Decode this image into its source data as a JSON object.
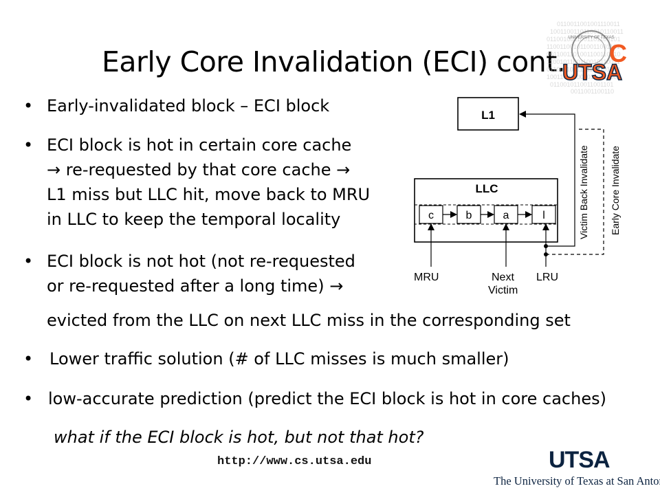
{
  "slide": {
    "title": "Early Core Invalidation (ECI) cont.",
    "bullets": [
      {
        "lines": [
          "Early-invalidated block – ECI block"
        ]
      },
      {
        "lines": [
          "ECI block is hot in certain core cache",
          "→ re-requested by that core cache →",
          "L1 miss but LLC hit, move back to MRU",
          "in LLC to keep the temporal locality"
        ]
      },
      {
        "lines": [
          "ECI block is not hot (not re-requested",
          "or re-requested after a long time) →",
          "evicted from the LLC on next LLC miss in the corresponding set"
        ]
      },
      {
        "lines": [
          "Lower traffic solution (# of LLC misses is much smaller)"
        ]
      },
      {
        "lines": [
          "low-accurate prediction (predict the ECI block is hot in core caches)"
        ]
      }
    ],
    "question": "what if the ECI block is hot, but not that hot?",
    "bullet_symbol": "•",
    "url": "http://www.cs.utsa.edu"
  },
  "diagram": {
    "l1_label": "L1",
    "llc_label": "LLC",
    "blocks": [
      "c",
      "b",
      "a",
      "l"
    ],
    "pointer_labels": {
      "mru": "MRU",
      "next_victim_line1": "Next",
      "next_victim_line2": "Victim",
      "lru": "LRU"
    },
    "victim_back_invalidate": "Victim Back Invalidate",
    "early_core_invalidate": "Early Core Invalidate"
  },
  "logo_top": {
    "letter_c": "C",
    "utsa": "UTSA",
    "seal_text": "UNIVERSITY OF TEXAS"
  },
  "logo_bottom": {
    "utsa": "UTSA",
    "university_name": "The University of Texas at San Antonio"
  },
  "colors": {
    "utsa_orange": "#F15A22",
    "utsa_blue": "#0C2340"
  }
}
